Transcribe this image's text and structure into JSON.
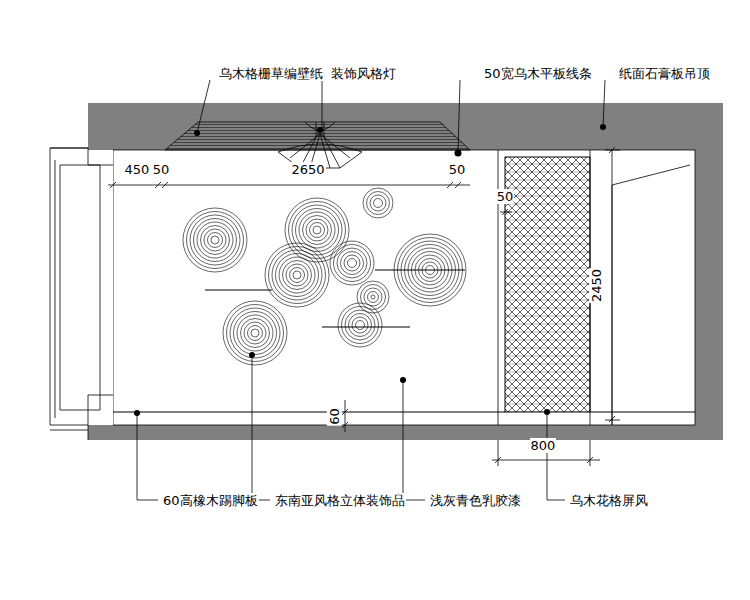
{
  "diagram": {
    "labels": [
      "乌木格栅草编壁纸",
      "装饰风格灯",
      "50宽乌木平板线条",
      "纸面石膏板吊顶",
      "450",
      "50",
      "2650",
      "50",
      "50",
      "2450",
      "800",
      "60",
      "60高橡木踢脚板",
      "东南亚风格立体装饰品",
      "浅灰青色乳胶漆",
      "乌木花格屏风"
    ]
  }
}
